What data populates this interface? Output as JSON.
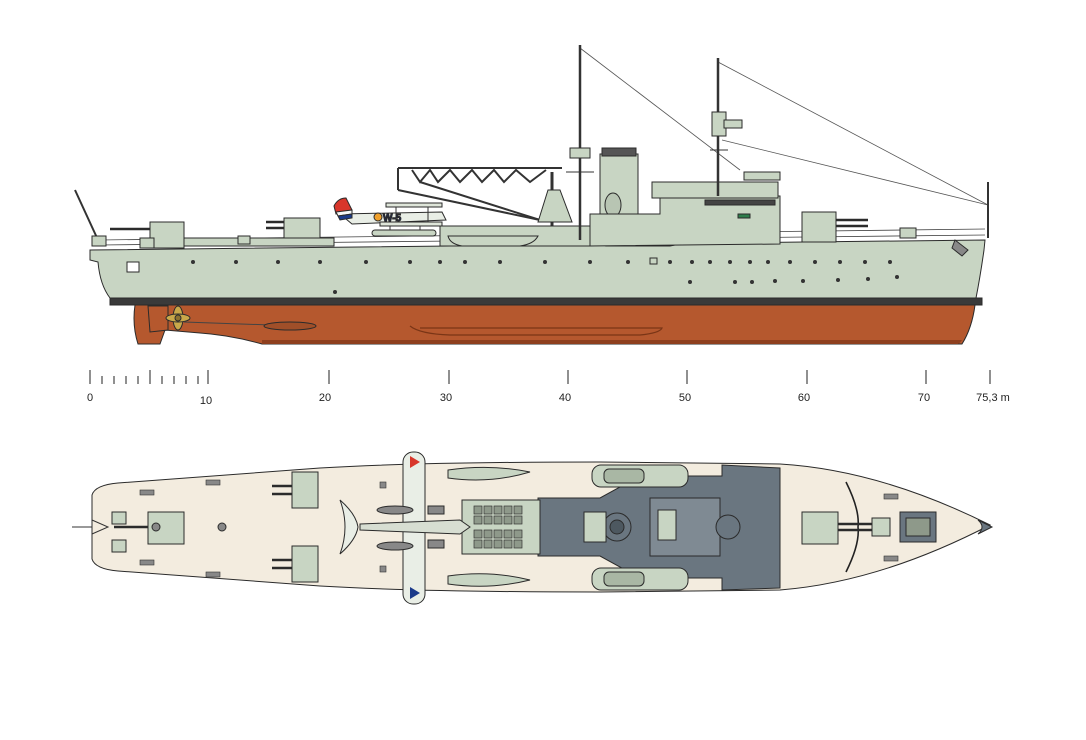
{
  "aircraft": {
    "code": "W-5"
  },
  "scale": {
    "unit_label": "75,3 m",
    "labels": [
      "0",
      "10",
      "20",
      "30",
      "40",
      "50",
      "60",
      "70"
    ]
  },
  "colors": {
    "hull_grey": "#c8d5c3",
    "antifouling": "#b5582e",
    "boot_topping": "#3a3a3a",
    "deck": "#f3ecdf",
    "deckhouse": "#6a7680",
    "outline": "#2b2b2b"
  }
}
